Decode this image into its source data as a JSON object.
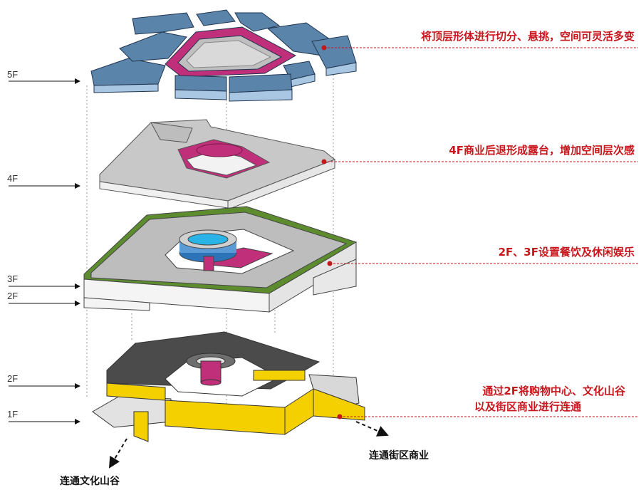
{
  "floors": {
    "f5": "5F",
    "f4": "4F",
    "f3": "3F",
    "f2_upper": "2F",
    "f2_lower": "2F",
    "f1": "1F"
  },
  "annotations": {
    "top": "将顶层形体进行切分、悬挑，空间可灵活多变",
    "fourth": "4F商业后退形成露台，增加空间层次感",
    "third": "2F、3F设置餐饮及休闲娱乐",
    "ground_line1": "通过2F将购物中心、文化山谷",
    "ground_line2": "以及街区商业进行连通"
  },
  "connections": {
    "valley": "连通文化山谷",
    "street": "连通街区商业"
  },
  "colors": {
    "annotation": "#c8161d",
    "blue_mass": "#5b84ab",
    "magenta_core": "#c0307a",
    "green_roof": "#5c8c2e",
    "yellow_bridge": "#f5d000",
    "grey_slab": "#bdbdbd",
    "dark_slab": "#4b4b4b"
  }
}
